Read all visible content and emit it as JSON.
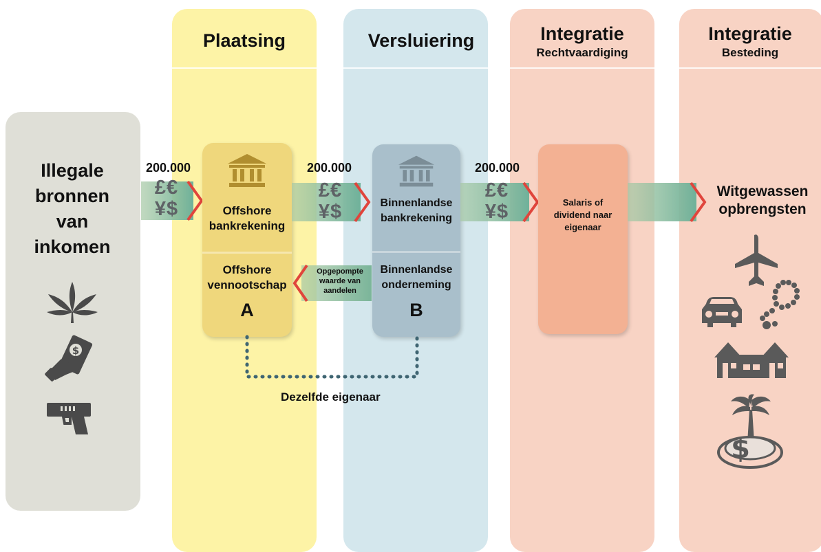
{
  "columns": {
    "placement": {
      "title": "Plaatsing"
    },
    "layering": {
      "title": "Versluiering"
    },
    "integration1": {
      "title": "Integratie",
      "subtitle": "Rechtvaardiging"
    },
    "integration2": {
      "title": "Integratie",
      "subtitle": "Besteding"
    }
  },
  "sources": {
    "title": "Illegale bronnen van inkomen",
    "icons": [
      "cannabis-leaf-icon",
      "cash-hand-icon",
      "handgun-icon"
    ]
  },
  "flows": [
    {
      "amount": "200.000",
      "currency_top": "£€",
      "currency_bottom": "¥$"
    },
    {
      "amount": "200.000",
      "currency_top": "£€",
      "currency_bottom": "¥$"
    },
    {
      "amount": "200.000",
      "currency_top": "£€",
      "currency_bottom": "¥$"
    }
  ],
  "offshore": {
    "bank_label": "Offshore bankrekening",
    "company_label": "Offshore vennootschap",
    "letter": "A"
  },
  "domestic": {
    "bank_label": "Binnenlandse bankrekening",
    "company_label": "Binnenlandse onderneming",
    "letter": "B"
  },
  "pumped_value": "Opgepompte waarde van aandelen",
  "salary": "Salaris of dividend naar eigenaar",
  "owner_label": "Dezelfde eigenaar",
  "result": {
    "title": "Witgewassen opbrengsten",
    "icons": [
      "airplane-icon",
      "car-icon",
      "necklace-icon",
      "houses-icon",
      "island-money-icon"
    ]
  },
  "colors": {
    "sources_bg": "#dfdfd7",
    "placement_bg": "#fdf3a6",
    "layering_bg": "#d4e7ed",
    "integration_bg": "#f8d3c4",
    "offshore_card": "#efd77c",
    "domestic_card": "#a9bfcb",
    "salary_card": "#f3b193",
    "arrow_green": "#7bb59a",
    "chevron_red": "#e0453c"
  }
}
